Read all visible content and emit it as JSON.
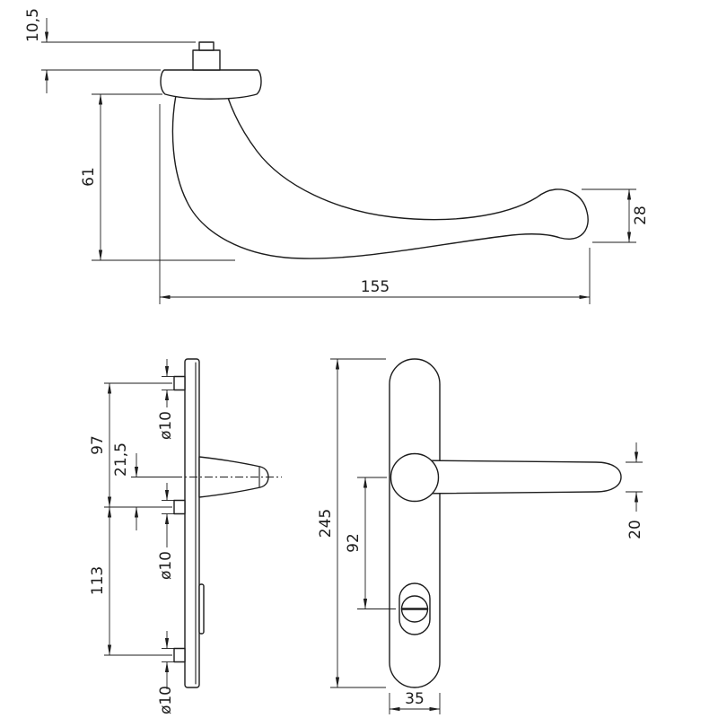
{
  "page": {
    "background": "#ffffff",
    "line_color": "#1d1d1d"
  },
  "lever_side_view": {
    "dims": {
      "rose_height": "10,5",
      "handle_projection": "61",
      "handle_length": "155",
      "grip_height": "28"
    }
  },
  "plate_profile_view": {
    "dims": {
      "top_fixing_diameter": "ø10",
      "top_fixing_distance": "97",
      "handle_to_fixing": "21,5",
      "middle_fixing_diameter": "ø10",
      "lower_fixing_distance": "113",
      "bottom_fixing_diameter": "ø10"
    }
  },
  "plate_front_view": {
    "dims": {
      "plate_length": "245",
      "handle_to_cylinder": "92",
      "lever_depth": "20",
      "plate_width": "35"
    }
  }
}
